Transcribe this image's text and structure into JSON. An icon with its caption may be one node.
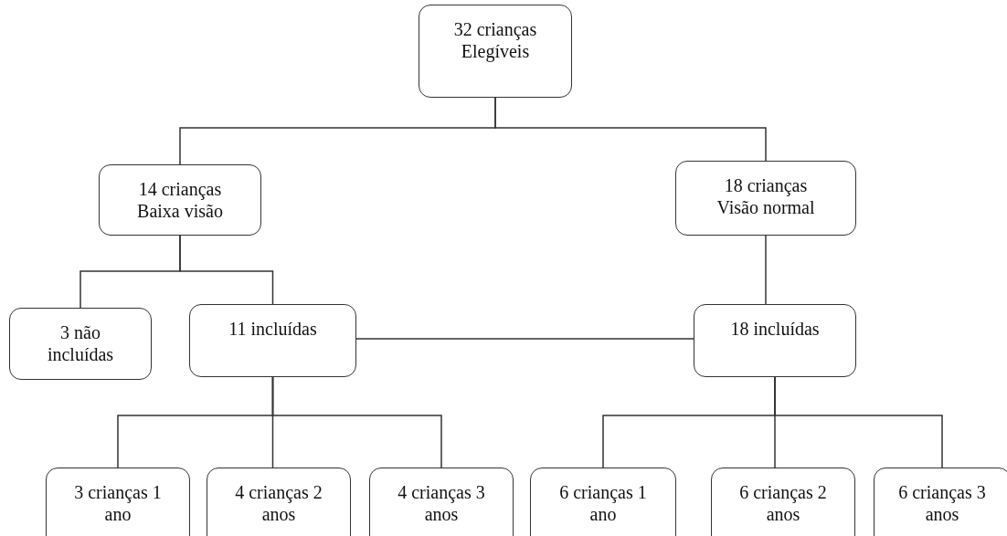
{
  "diagram": {
    "nodes": [
      {
        "text": [
          "32 crianças Elegíveis"
        ]
      },
      {
        "text": [
          "14 crianças Baixa visão"
        ]
      },
      {
        "text": [
          "18 crianças Visão normal"
        ]
      },
      {
        "text": [
          "3 não incluídas"
        ]
      },
      {
        "text": [
          "11 incluídas"
        ]
      },
      {
        "text": [
          "18 incluídas"
        ]
      },
      {
        "text": [
          "3 crianças 1 ano"
        ]
      },
      {
        "text": [
          "4 crianças 2 anos"
        ]
      },
      {
        "text": [
          "4 crianças 3 anos"
        ]
      },
      {
        "text": [
          "6 crianças 1 ano"
        ]
      },
      {
        "text": [
          "6 crianças 2 anos"
        ]
      },
      {
        "text": [
          "6 crianças 3 anos"
        ]
      }
    ],
    "edges": [
      {
        "from": 0,
        "to": 1,
        "arrow": "none"
      },
      {
        "from": 0,
        "to": 2,
        "arrow": "none"
      },
      {
        "from": 1,
        "to": 3,
        "arrow": "none"
      },
      {
        "from": 1,
        "to": 4,
        "arrow": "none"
      },
      {
        "from": 2,
        "to": 5,
        "arrow": "none"
      },
      {
        "from": 4,
        "to": 5,
        "arrow": "none"
      },
      {
        "from": 4,
        "to": 6,
        "arrow": "none"
      },
      {
        "from": 4,
        "to": 7,
        "arrow": "none"
      },
      {
        "from": 4,
        "to": 8,
        "arrow": "none"
      },
      {
        "from": 5,
        "to": 9,
        "arrow": "none"
      },
      {
        "from": 5,
        "to": 10,
        "arrow": "none"
      },
      {
        "from": 5,
        "to": 11,
        "arrow": "none"
      }
    ]
  }
}
